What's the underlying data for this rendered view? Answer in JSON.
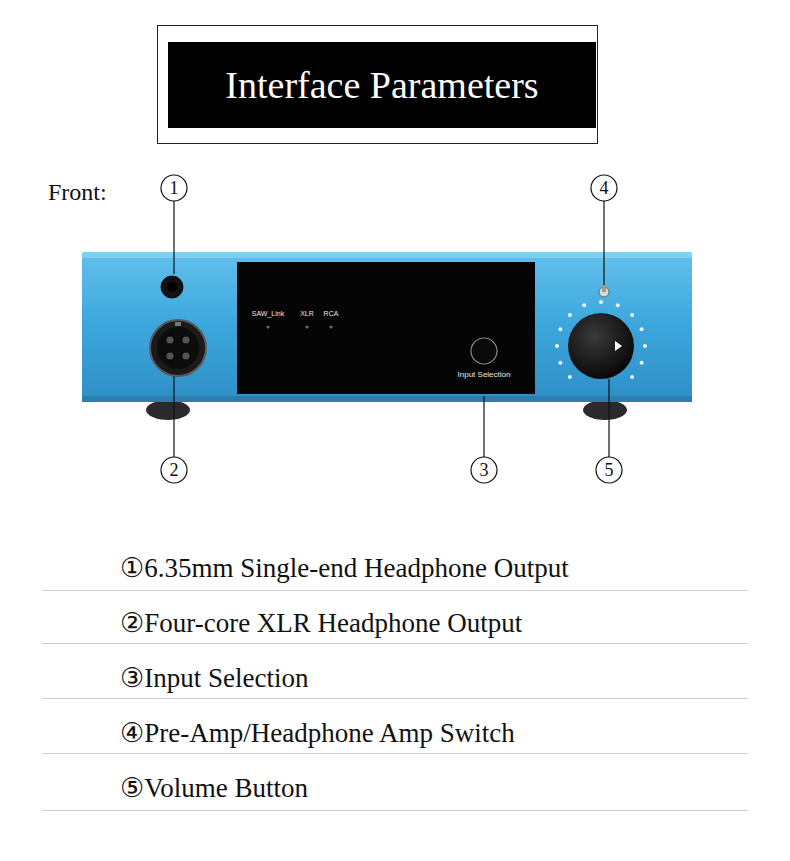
{
  "diagram": {
    "title": "Interface Parameters",
    "nodes": [
      {
        "text": [
          "SAW_Link",
          "XLR",
          "RCA",
          "Input Selection"
        ]
      }
    ],
    "labels": [
      "Front:",
      "1",
      "4",
      "2",
      "3",
      "5",
      "①6.35mm Single-end Headphone Output",
      "②Four-core XLR Headphone Output",
      "③Input Selection",
      "④Pre-Amp/Headphone Amp Switch",
      "⑤Volume Button"
    ]
  }
}
